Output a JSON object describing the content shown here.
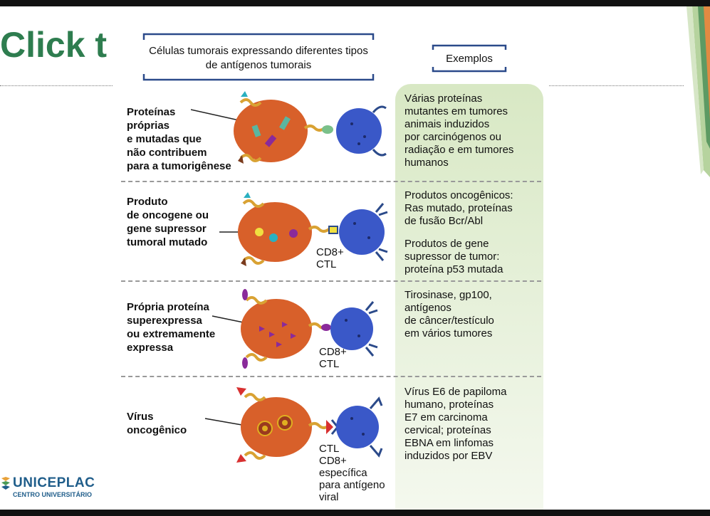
{
  "slide": {
    "title": "Click t",
    "logo_name": "UNICEPLAC",
    "logo_subtitle": "CENTRO UNIVERSITÁRIO"
  },
  "figure": {
    "header": "Células tumorais expressando diferentes tipos de antígenos tumorais",
    "examples_header": "Exemplos",
    "rows": [
      {
        "label": "Proteínas próprias e mutadas que não contribuem para a tumorigênese",
        "label_lines": [
          "Proteínas",
          "próprias",
          "e mutadas que",
          "não contribuem",
          "para a tumorigênese"
        ],
        "example_lines": [
          "Várias proteínas",
          "mutantes em tumores",
          "animais induzidos",
          "por carcinógenos ou",
          "radiação e em tumores",
          "humanos"
        ]
      },
      {
        "label_lines": [
          "Produto",
          "de oncogene ou",
          "gene supressor",
          "tumoral mutado"
        ],
        "cell_label_lines": [
          "CD8+",
          "CTL"
        ],
        "example_lines": [
          "Produtos oncogênicos:",
          "Ras mutado, proteínas",
          "de fusão Bcr/Abl"
        ],
        "example_lines_2": [
          "Produtos de gene",
          "supressor de tumor:",
          "proteína p53 mutada"
        ]
      },
      {
        "label_lines": [
          "Própria proteína",
          "superexpressa",
          "ou extremamente",
          "expressa"
        ],
        "cell_label_lines": [
          "CD8+",
          "CTL"
        ],
        "example_lines": [
          "Tirosinase, gp100,",
          "antígenos",
          "de câncer/testículo",
          "em vários tumores"
        ]
      },
      {
        "label_lines": [
          "Vírus",
          "oncogênico"
        ],
        "cell_label_lines": [
          "CTL",
          "CD8+",
          "específica",
          "para antígeno",
          "viral"
        ],
        "example_lines": [
          "Vírus E6 de papiloma",
          "humano, proteínas",
          "E7 em carcinoma",
          "cervical; proteínas",
          "EBNA em linfomas",
          "induzidos por EBV"
        ]
      }
    ]
  },
  "colors": {
    "title_green": "#2e7d4f",
    "tumor_cell": "#d8602a",
    "t_cell": "#3a58c8",
    "receptor_gold": "#d9a233",
    "panel_green": "#d8e8c4"
  }
}
